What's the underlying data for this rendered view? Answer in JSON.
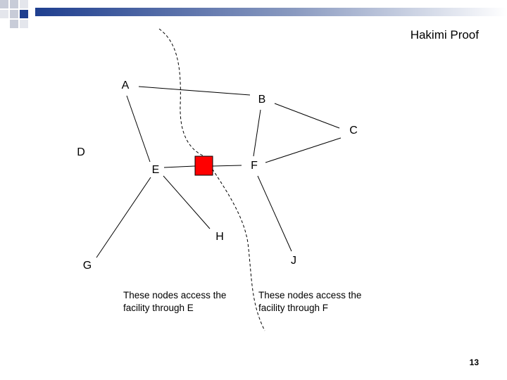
{
  "title": "Hakimi Proof",
  "nodes": {
    "A": "A",
    "B": "B",
    "C": "C",
    "D": "D",
    "E": "E",
    "F": "F",
    "G": "G",
    "H": "H",
    "J": "J"
  },
  "notes": {
    "left": "These nodes access the facility through E",
    "right": "These nodes access the facility through F"
  },
  "page_number": "13",
  "colors": {
    "facility": "#ff0000",
    "deco_blue": "#1f3f8f",
    "deco_gray": "#d0d4dc",
    "edge": "#000000"
  }
}
